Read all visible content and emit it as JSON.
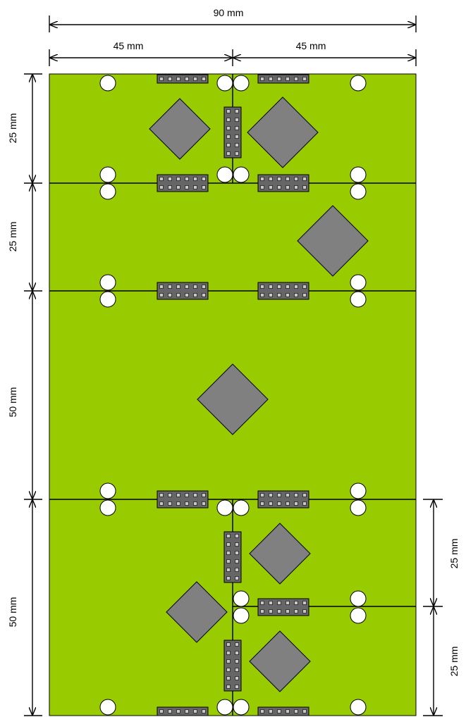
{
  "colors": {
    "board": "#99cc00",
    "chip": "#808080",
    "header_body": "#666666",
    "header_pin": "#c8c8c8",
    "hole": "#ffffff",
    "line": "#000000"
  },
  "dimensions": {
    "total_width": "90 mm",
    "left_width": "45 mm",
    "right_width": "45 mm",
    "left": [
      "25 mm",
      "25 mm",
      "50 mm",
      "50 mm"
    ],
    "right": [
      "25 mm",
      "25 mm"
    ]
  },
  "legend_icons": {
    "chip": "square-chip-icon",
    "header": "pin-header-icon",
    "hole": "mounting-hole-icon"
  }
}
